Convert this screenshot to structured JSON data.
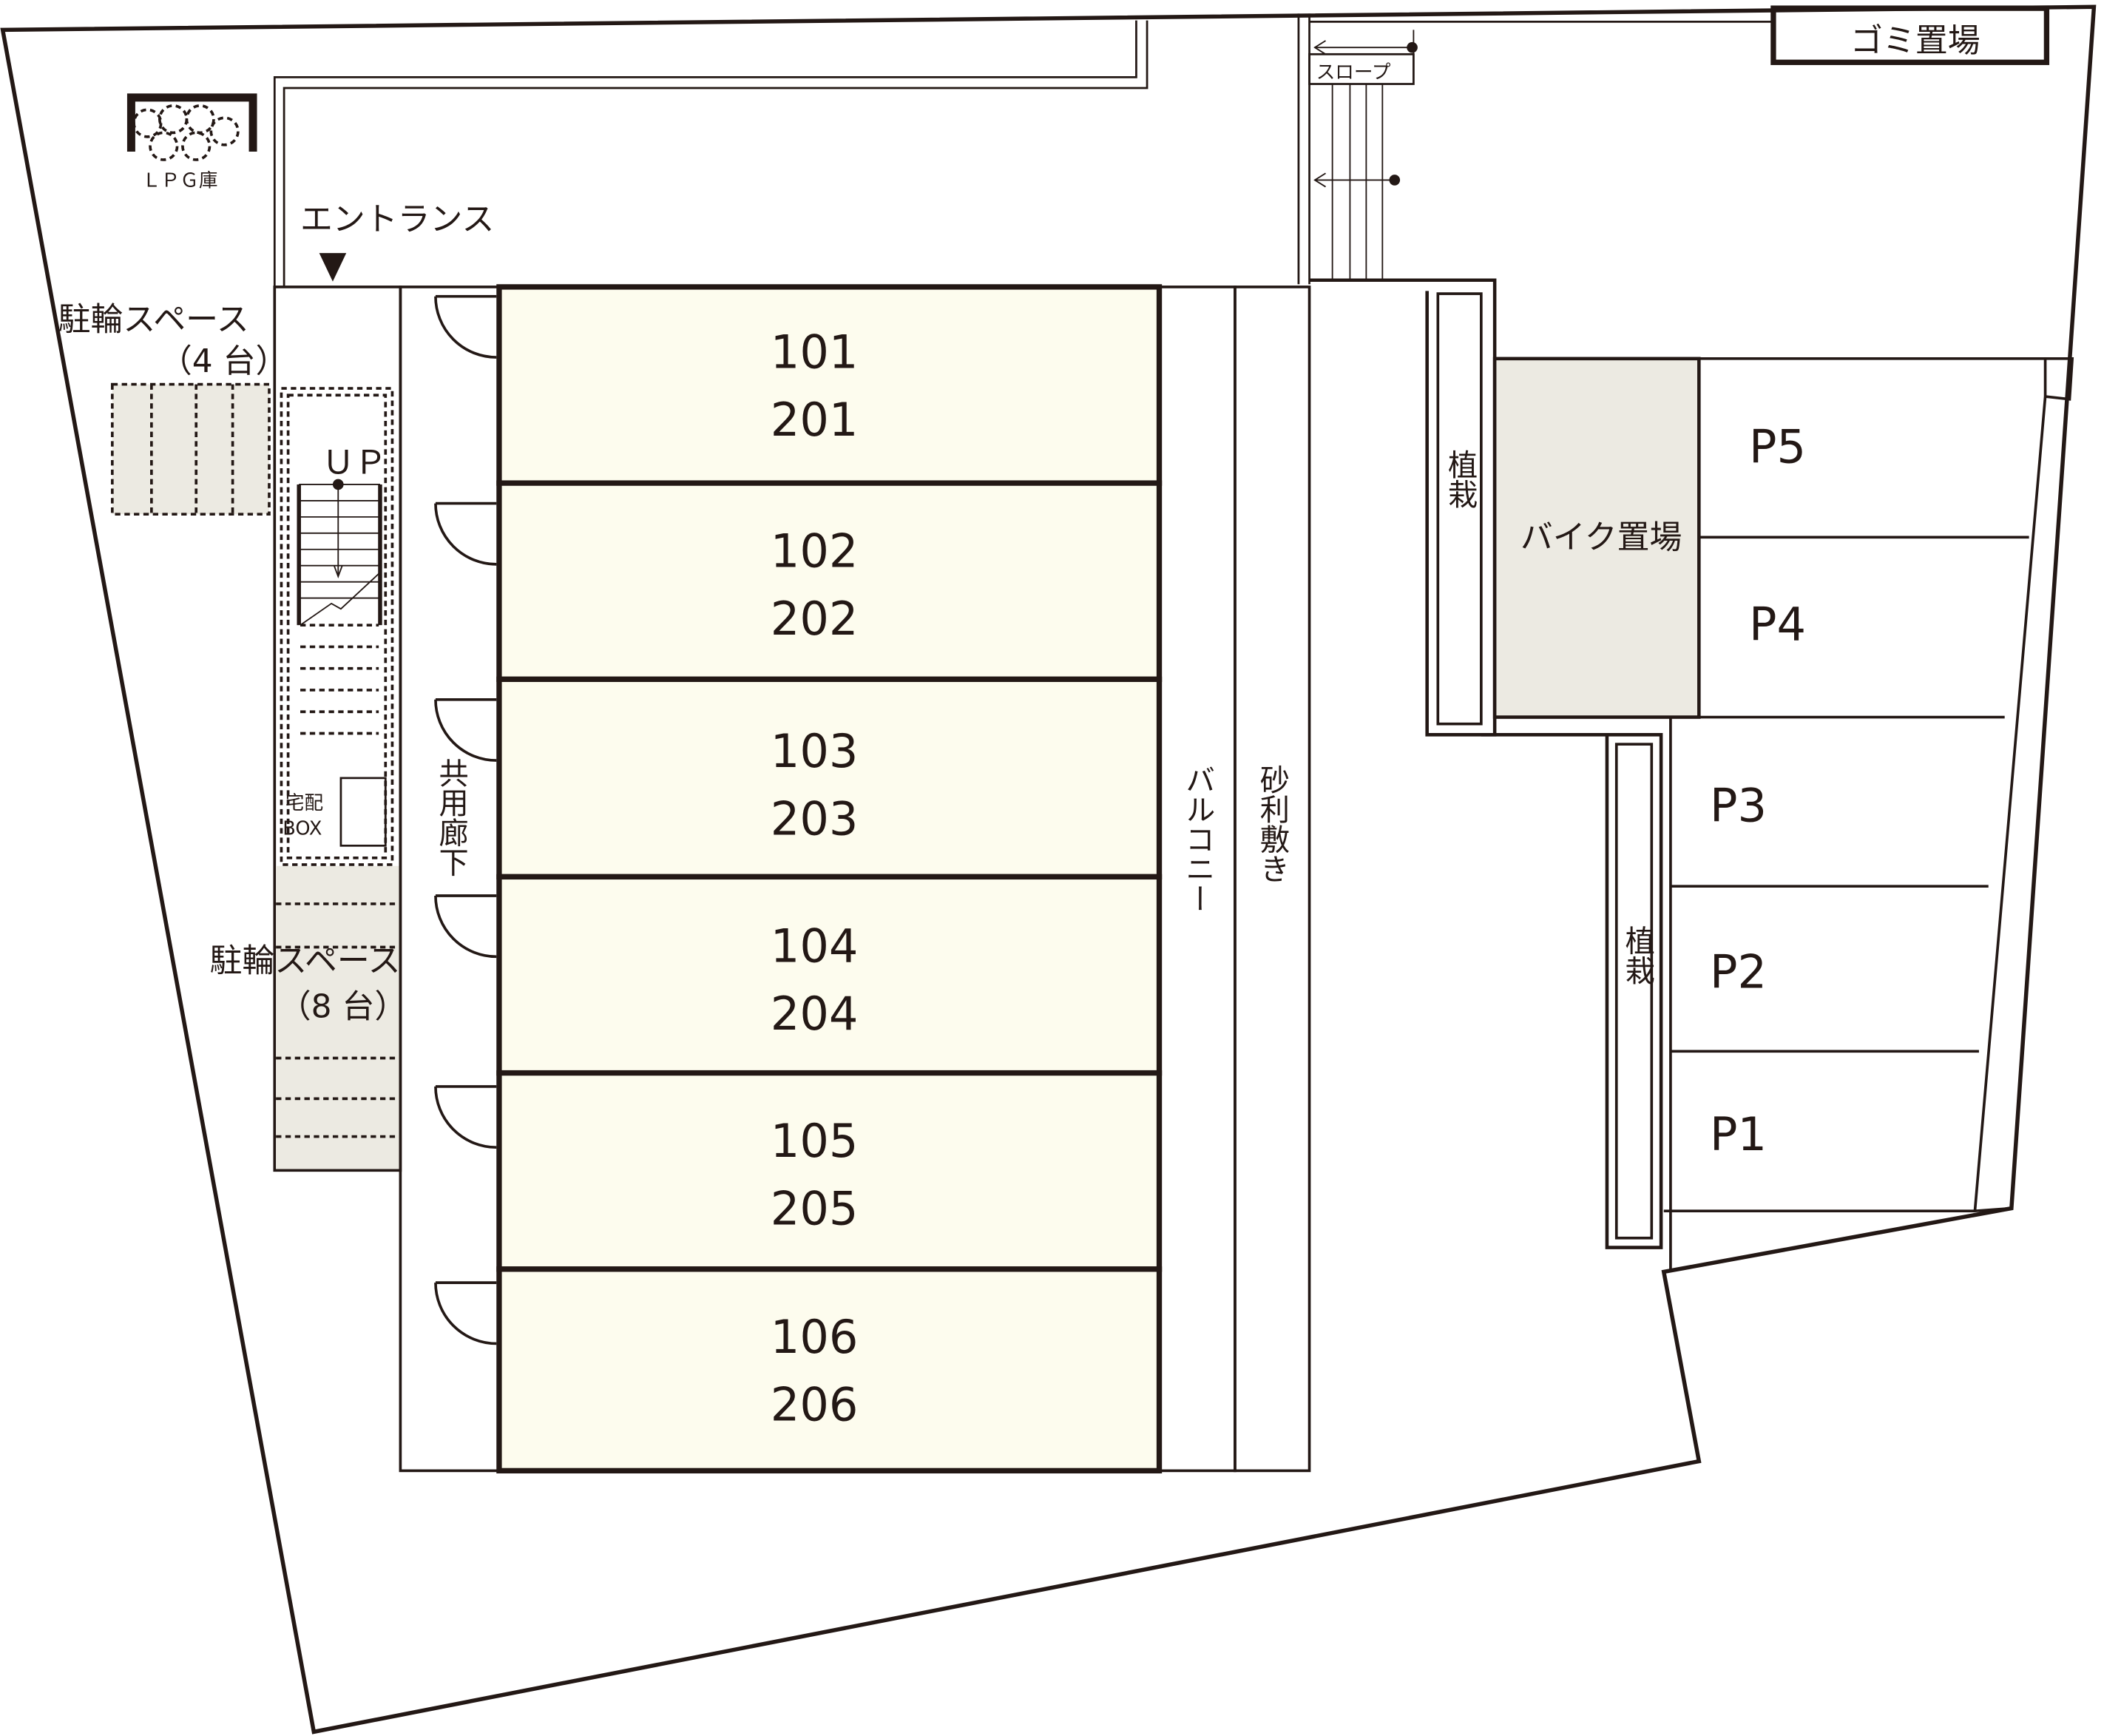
{
  "labels": {
    "gomi": "ゴミ置場",
    "slope": "スロープ",
    "lpg": "ＬＰＧ庫",
    "entrance": "エントランス",
    "bike_space_4": "駐輪スペース",
    "bike_space_4_count": "（4 台）",
    "bike_space_8": "駐輪スペース",
    "bike_space_8_count": "（8 台）",
    "up": "ＵＰ",
    "delivery_box_1": "宅配",
    "delivery_box_2": "BOX",
    "corridor": "共用廊下",
    "balcony": "バルコニー",
    "gravel": "砂利敷き",
    "planting_1": "植栽",
    "planting_2": "植栽",
    "bike_parking": "バイク置場"
  },
  "units": [
    {
      "first": "101",
      "second": "201"
    },
    {
      "first": "102",
      "second": "202"
    },
    {
      "first": "103",
      "second": "203"
    },
    {
      "first": "104",
      "second": "204"
    },
    {
      "first": "105",
      "second": "205"
    },
    {
      "first": "106",
      "second": "206"
    }
  ],
  "parking": [
    "P5",
    "P4",
    "P3",
    "P2",
    "P1"
  ],
  "colors": {
    "unit_fill": "#fdfcee",
    "shade": "#eceae2",
    "line": "#231815"
  }
}
